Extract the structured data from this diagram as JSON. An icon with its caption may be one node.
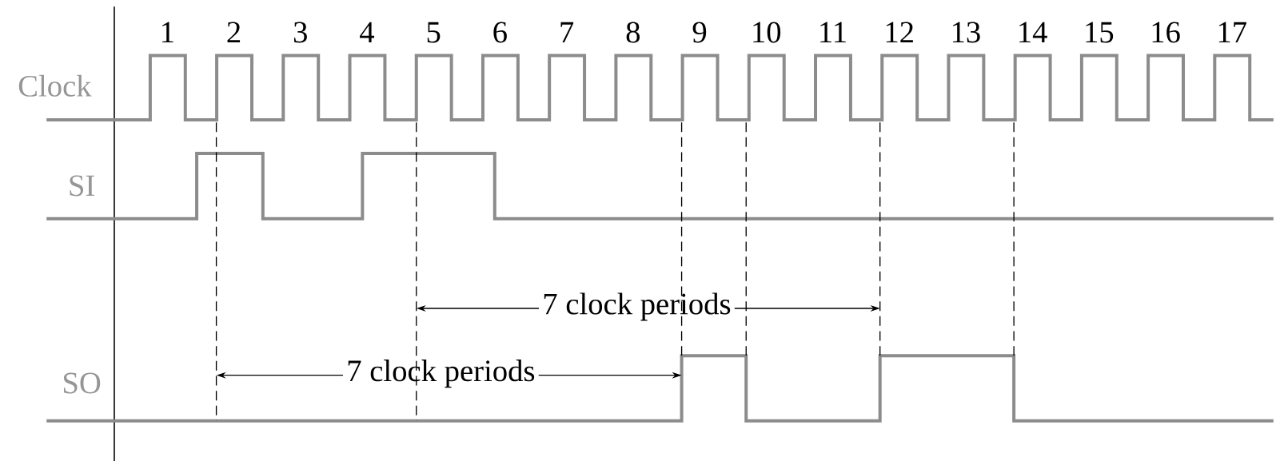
{
  "diagram": {
    "labels": [
      "1",
      "2",
      "3",
      "4",
      "5",
      "6",
      "7",
      "8",
      "9",
      "10",
      "11",
      "12",
      "13",
      "14",
      "15",
      "16",
      "17",
      "Clock",
      "SI",
      "7 clock periods",
      "SO",
      "7 clock periods"
    ]
  }
}
